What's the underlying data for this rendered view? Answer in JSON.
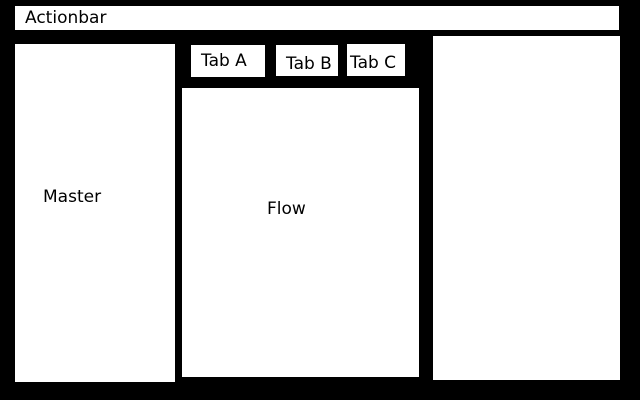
{
  "actionbar": {
    "label": "Actionbar"
  },
  "tabs": [
    {
      "label": "Tab A"
    },
    {
      "label": "Tab B"
    },
    {
      "label": "Tab C"
    }
  ],
  "master": {
    "label": "Master"
  },
  "flow": {
    "label": "Flow"
  },
  "colors": {
    "background": "#000000",
    "panel": "#ffffff",
    "text": "#000000"
  }
}
